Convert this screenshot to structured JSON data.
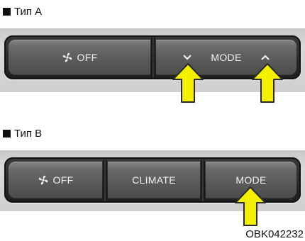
{
  "type_a": {
    "label": "Тип A",
    "buttons": [
      {
        "label": "OFF",
        "icon": "fan-icon"
      },
      {
        "label": "MODE",
        "icons": [
          "chevron-down-icon",
          "chevron-up-icon"
        ]
      }
    ]
  },
  "type_b": {
    "label": "Тип B",
    "buttons": [
      {
        "label": "OFF",
        "icon": "fan-icon"
      },
      {
        "label": "CLIMATE"
      },
      {
        "label": "MODE"
      }
    ]
  },
  "figure_code": "OBK042232",
  "colors": {
    "arrow_fill": "#f5f000",
    "arrow_stroke": "#2a2a2a",
    "button_text": "#f2f2f2"
  }
}
